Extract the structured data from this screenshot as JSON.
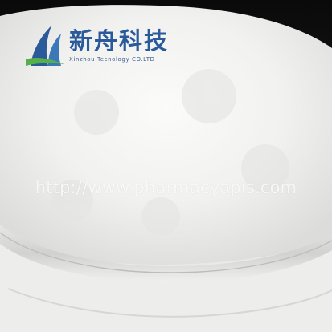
{
  "logo": {
    "name_cn": "新舟科技",
    "name_en": "Xinzhou Tecnology CO.LTD"
  },
  "watermark": {
    "text": "http://www.pharmacyapis.com"
  },
  "colors": {
    "background_top": "#0e0e0e",
    "powder": "#f3f3f2",
    "logo_blue": "#2a5a99",
    "logo_green": "#56b04a"
  }
}
